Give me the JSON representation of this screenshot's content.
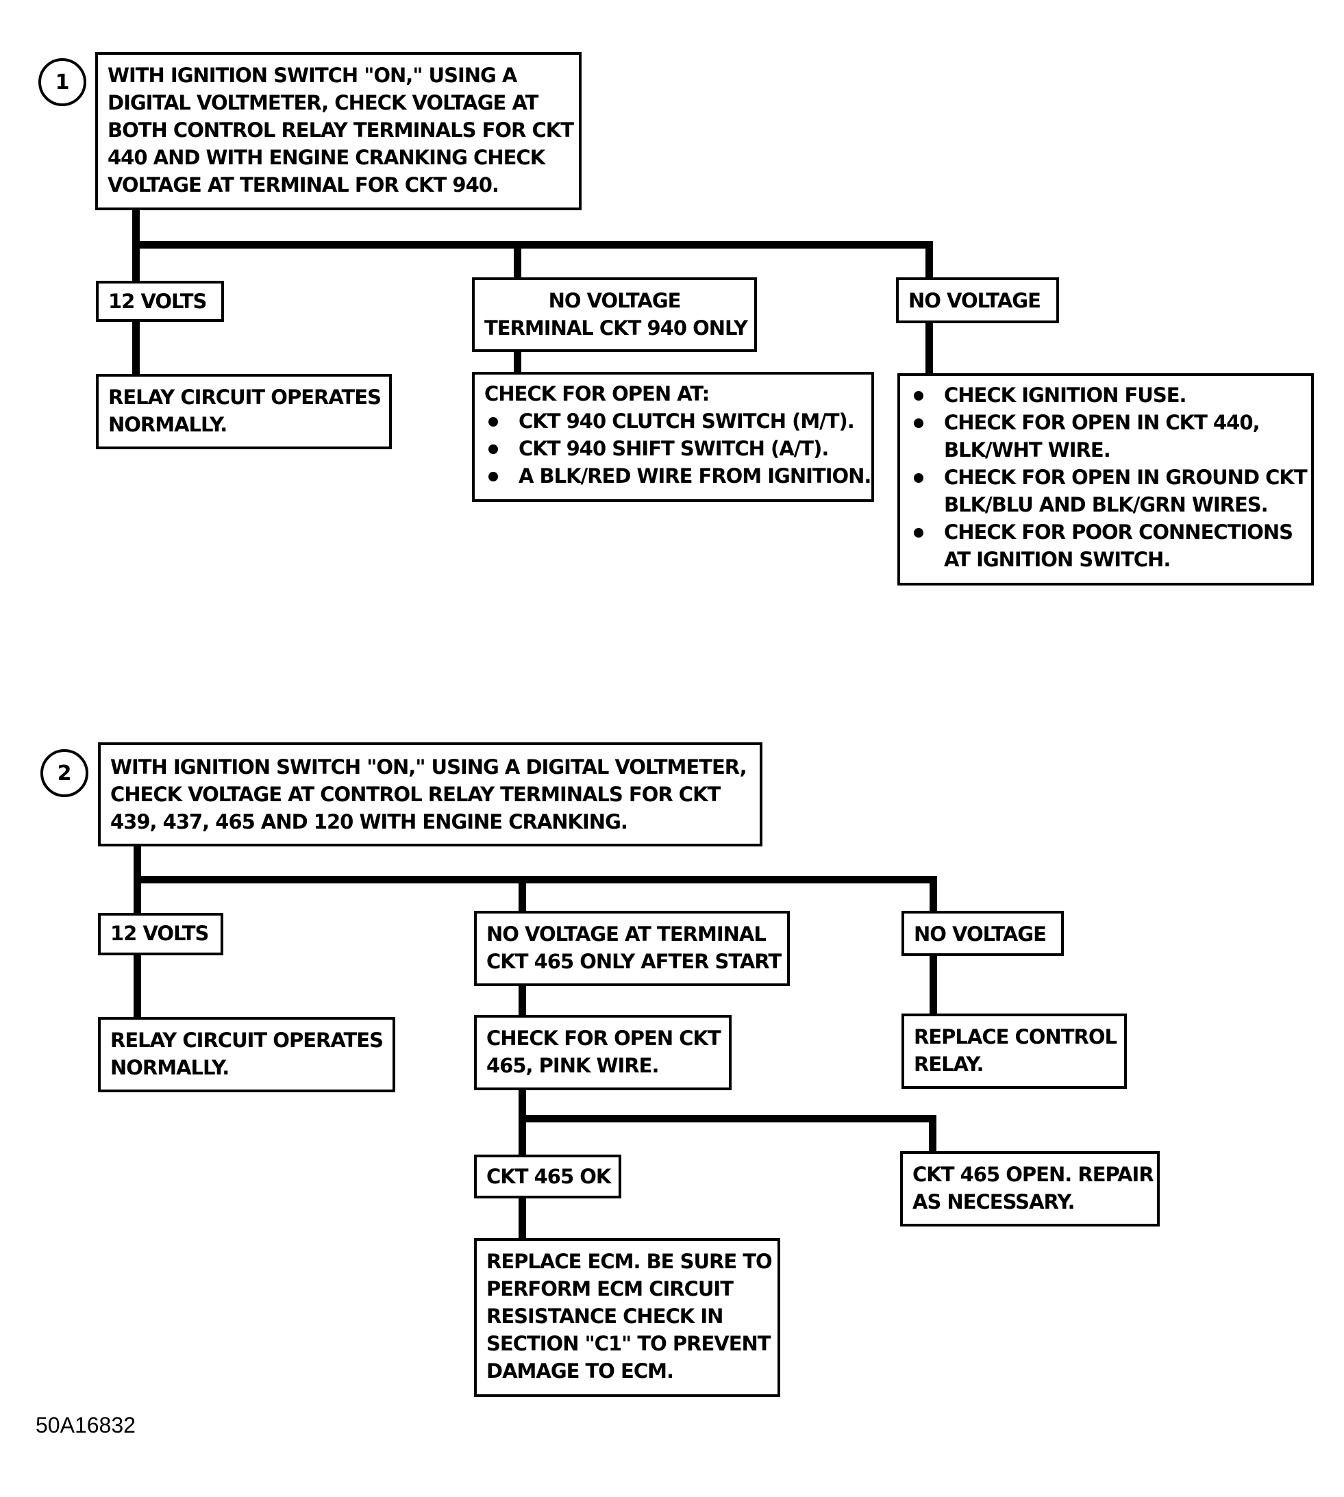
{
  "section1": {
    "number": "1",
    "main": [
      "WITH IGNITION SWITCH \"ON,\" USING A",
      "DIGITAL VOLTMETER, CHECK VOLTAGE AT",
      "BOTH CONTROL RELAY TERMINALS FOR CKT",
      "440 AND WITH ENGINE CRANKING CHECK",
      "VOLTAGE AT TERMINAL FOR CKT 940."
    ],
    "branch_a": {
      "label": [
        "12 VOLTS"
      ],
      "result": [
        "RELAY CIRCUIT OPERATES",
        "NORMALLY."
      ]
    },
    "branch_b": {
      "label": [
        "NO VOLTAGE",
        "TERMINAL CKT 940 ONLY"
      ],
      "result_title": "CHECK FOR OPEN AT:",
      "result_items": [
        [
          "CKT 940 CLUTCH SWITCH (M/T)."
        ],
        [
          "CKT 940 SHIFT SWITCH (A/T)."
        ],
        [
          "A BLK/RED WIRE FROM IGNITION."
        ]
      ]
    },
    "branch_c": {
      "label": [
        "NO VOLTAGE"
      ],
      "result_items": [
        [
          "CHECK IGNITION FUSE."
        ],
        [
          "CHECK FOR OPEN IN CKT 440,",
          "BLK/WHT WIRE."
        ],
        [
          "CHECK FOR OPEN IN GROUND CKT",
          "BLK/BLU AND BLK/GRN WIRES."
        ],
        [
          "CHECK FOR POOR CONNECTIONS",
          "AT IGNITION SWITCH."
        ]
      ]
    }
  },
  "section2": {
    "number": "2",
    "main": [
      "WITH IGNITION SWITCH \"ON,\" USING A DIGITAL VOLTMETER,",
      "CHECK VOLTAGE AT CONTROL RELAY TERMINALS FOR CKT",
      "439, 437, 465 AND 120 WITH ENGINE CRANKING."
    ],
    "branch_a": {
      "label": [
        "12 VOLTS"
      ],
      "result": [
        "RELAY CIRCUIT OPERATES",
        "NORMALLY."
      ]
    },
    "branch_b": {
      "label": [
        "NO VOLTAGE AT TERMINAL",
        "CKT 465 ONLY AFTER START"
      ],
      "result": [
        "CHECK FOR OPEN CKT",
        "465, PINK WIRE."
      ],
      "ok": {
        "label": [
          "CKT 465 OK"
        ],
        "result": [
          "REPLACE ECM.  BE SURE TO",
          "PERFORM ECM CIRCUIT",
          "RESISTANCE CHECK IN",
          "SECTION \"C1\" TO PREVENT",
          "DAMAGE TO ECM."
        ]
      },
      "open": {
        "label": [
          "CKT 465 OPEN.  REPAIR",
          "AS NECESSARY."
        ]
      }
    },
    "branch_c": {
      "label": [
        "NO VOLTAGE"
      ],
      "result": [
        "REPLACE CONTROL",
        "RELAY."
      ]
    }
  },
  "figure_id": "50A16832"
}
